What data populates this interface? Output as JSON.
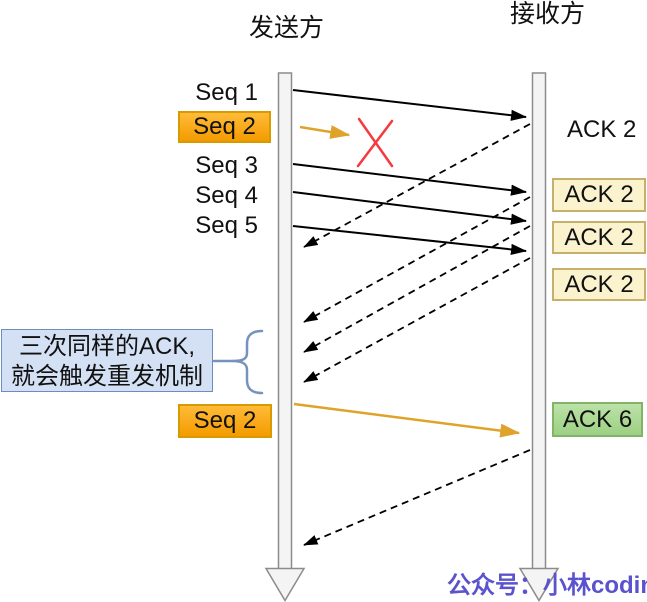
{
  "diagram": {
    "sender_title": "发送方",
    "receiver_title": "接收方",
    "seq_labels": {
      "seq1": "Seq 1",
      "seq2": "Seq 2",
      "seq3": "Seq 3",
      "seq4": "Seq 4",
      "seq5": "Seq 5",
      "seq2_retransmit": "Seq 2"
    },
    "ack_labels": {
      "ack2_first": "ACK 2",
      "ack2_dup1": "ACK 2",
      "ack2_dup2": "ACK 2",
      "ack2_dup3": "ACK 2",
      "ack6": "ACK 6"
    },
    "note": {
      "line1": "三次同样的ACK,",
      "line2": "就会触发重发机制"
    },
    "watermark": "公众号：小林coding",
    "colors": {
      "seq_highlight_fill_top": "#ffbb38",
      "seq_highlight_fill_bottom": "#f49b00",
      "seq_highlight_border": "#d79b00",
      "ack_dup_fill": "#fbf2ce",
      "ack_dup_border": "#c6b06b",
      "ack6_fill_top": "#bce2a8",
      "ack6_fill_bottom": "#9dd083",
      "ack6_border": "#82b366",
      "note_fill": "#d4e1f5",
      "note_border": "#6c8ebf",
      "brace": "#7693be",
      "lost_x": "#f5393d",
      "retransmit_arrow": "#dfa32b",
      "line": "#000000",
      "timeline_fill": "#f4f4f4",
      "timeline_border": "#8c8c8c",
      "watermark_color": "#5b53ce"
    }
  }
}
